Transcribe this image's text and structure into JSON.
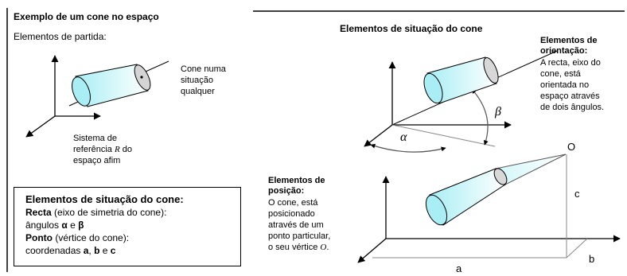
{
  "left": {
    "title": "Exemplo de um cone no espaço",
    "subtitle": "Elementos de partida:",
    "cone_label": [
      "Cone numa",
      "situação",
      "qualquer"
    ],
    "ref_label_1": "Sistema de",
    "ref_label_2_pre": "referência ",
    "ref_label_2_var": "R",
    "ref_label_2_post": " do",
    "ref_label_3": "espaço afim"
  },
  "box": {
    "title": "Elementos de situação do cone:",
    "recta_bold": "Recta",
    "recta_rest": " (eixo de simetria do cone):",
    "angles_pre": "ângulos ",
    "alpha": "α",
    "angles_mid": " e ",
    "beta": "β",
    "ponto_bold": "Ponto",
    "ponto_rest": " (vértice do cone):",
    "coords_pre": "coordenadas ",
    "coord_a": "a",
    "coords_sep1": ", ",
    "coord_b": "b",
    "coords_sep2": " e ",
    "coord_c": "c"
  },
  "right": {
    "title": "Elementos de situação do cone",
    "orient_title": [
      "Elementos de",
      "orientação:"
    ],
    "orient_text": [
      "A recta, eixo do",
      "cone, está",
      "orientada no",
      "espaço através",
      "de dois ângulos."
    ],
    "pos_title": [
      "Elementos de",
      "posição:"
    ],
    "pos_text": [
      "O cone, está",
      "posicionado",
      "através de um",
      "ponto particular,"
    ],
    "pos_last_pre": "o seu vértice ",
    "pos_last_var": "O",
    "pos_last_post": ".",
    "alpha_label": "α",
    "beta_label": "β",
    "O_label": "O",
    "a_label": "a",
    "b_label": "b",
    "c_label": "c"
  },
  "colors": {
    "cone_fill": "#bff3f8",
    "line": "#000000",
    "gray_line": "#888888"
  }
}
